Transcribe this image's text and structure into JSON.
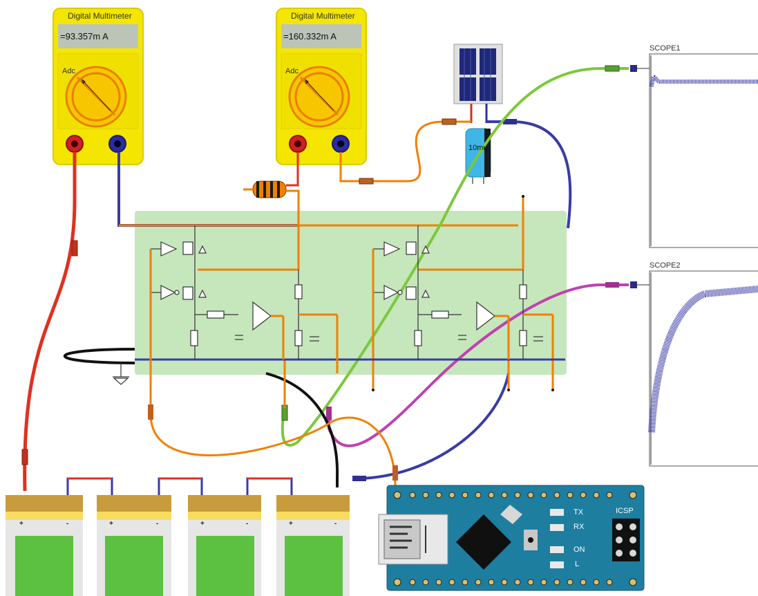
{
  "multimeters": [
    {
      "title": "Digital Multimeter",
      "reading": "=93.357m A",
      "mode": "Adc"
    },
    {
      "title": "Digital Multimeter",
      "reading": "=160.332m A",
      "mode": "Adc"
    }
  ],
  "capacitor": {
    "label": "10mu"
  },
  "scopes": [
    {
      "title": "SCOPE1"
    },
    {
      "title": "SCOPE2"
    }
  ],
  "arduino": {
    "tx": "TX",
    "rx": "RX",
    "on": "ON",
    "l": "L",
    "icsp": "ICSP"
  },
  "batteries": [
    {
      "plus": "+",
      "minus": "-"
    },
    {
      "plus": "+",
      "minus": "-"
    },
    {
      "plus": "+",
      "minus": "-"
    },
    {
      "plus": "+",
      "minus": "-"
    }
  ],
  "colors": {
    "multimeter_body": "#f3e800",
    "board_bg": "#c8e8c0",
    "wire_orange": "#f08000",
    "wire_red": "#e03020",
    "wire_blue": "#3a3aa8",
    "wire_green": "#7cc83c",
    "wire_magenta": "#c040b0",
    "arduino": "#1e7ea0",
    "battery_gold": "#c89c3c",
    "battery_green": "#5cc040"
  }
}
